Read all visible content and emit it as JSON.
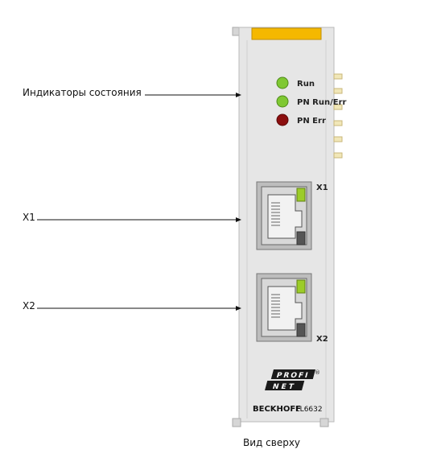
{
  "callouts": {
    "status_leds": "Индикаторы состояния",
    "x1": "X1",
    "x2": "X2"
  },
  "caption": "Вид сверху",
  "device": {
    "leds": [
      {
        "label": "Run",
        "color": "#7fc832"
      },
      {
        "label": "PN Run/Err",
        "color": "#7fc832"
      },
      {
        "label": "PN Err",
        "color": "#8b0e0e"
      }
    ],
    "port1_label": "X1",
    "port2_label": "X2",
    "logo_top": "PROFI",
    "logo_bottom": "NET",
    "registered_mark": "®",
    "brand": "BECKHOFF",
    "model": "EL6632",
    "colors": {
      "housing": "#e6e6e6",
      "top_tab": "#f5b800",
      "led_green": "#7fc832",
      "led_red": "#8b0e0e",
      "port_link_led": "#9ccc28"
    }
  }
}
